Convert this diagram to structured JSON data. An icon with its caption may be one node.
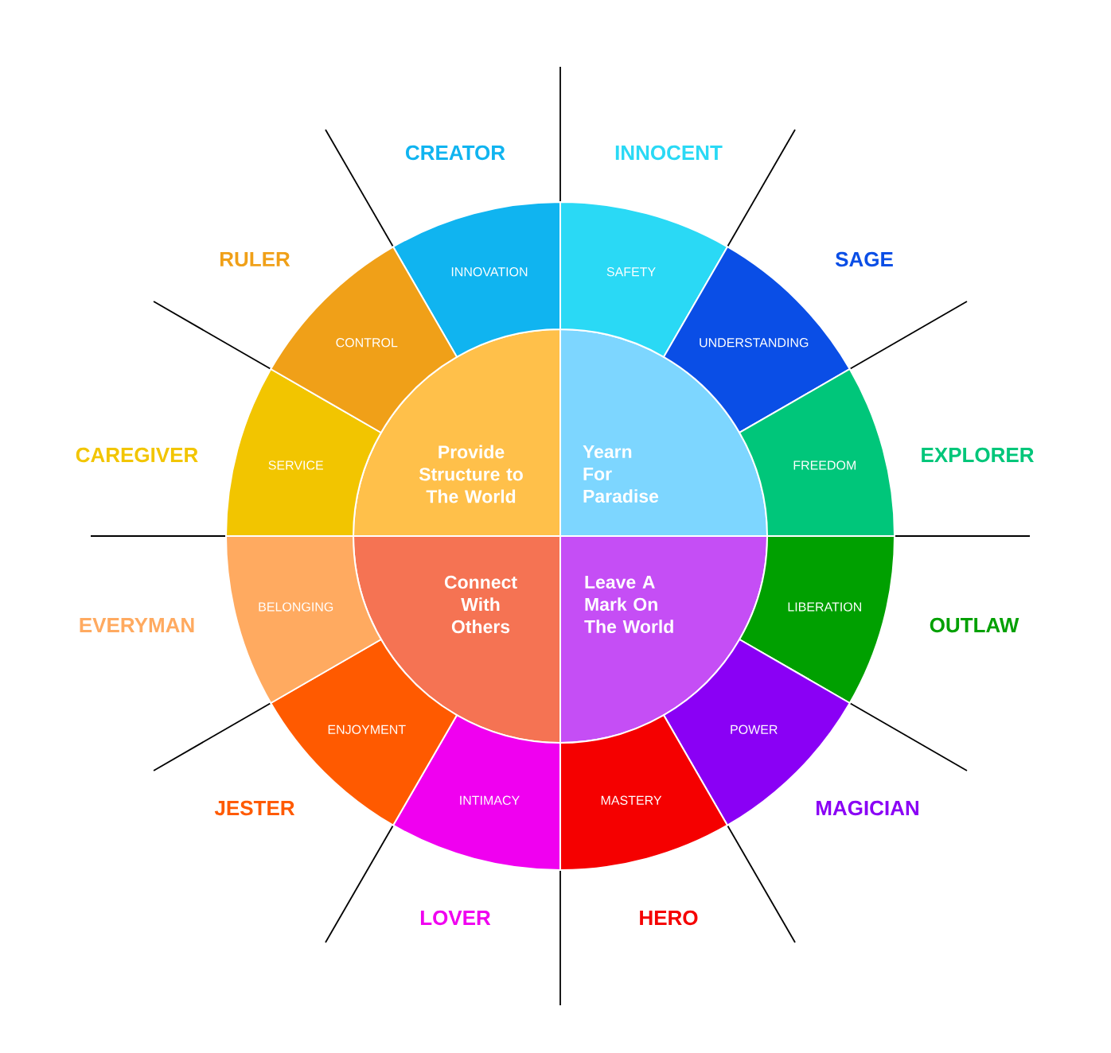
{
  "diagram": {
    "nodes": [
      {
        "text": [
          "Provide Structure to The World"
        ]
      },
      {
        "text": [
          "Yearn For Paradise"
        ]
      },
      {
        "text": [
          "Connect With Others"
        ]
      },
      {
        "text": [
          "Leave A Mark On The World"
        ]
      },
      {
        "text": [
          "INNOVATION"
        ],
        "beside": [
          "CREATOR"
        ]
      },
      {
        "text": [
          "SAFETY"
        ],
        "beside": [
          "INNOCENT"
        ]
      },
      {
        "text": [
          "UNDERSTANDING"
        ],
        "beside": [
          "SAGE"
        ]
      },
      {
        "text": [
          "FREEDOM"
        ],
        "beside": [
          "EXPLORER"
        ]
      },
      {
        "text": [
          "LIBERATION"
        ],
        "beside": [
          "OUTLAW"
        ]
      },
      {
        "text": [
          "POWER"
        ],
        "beside": [
          "MAGICIAN"
        ]
      },
      {
        "text": [
          "MASTERY"
        ],
        "beside": [
          "HERO"
        ]
      },
      {
        "text": [
          "INTIMACY"
        ],
        "beside": [
          "LOVER"
        ]
      },
      {
        "text": [
          "ENJOYMENT"
        ],
        "beside": [
          "JESTER"
        ]
      },
      {
        "text": [
          "BELONGING"
        ],
        "beside": [
          "EVERYMAN"
        ]
      },
      {
        "text": [
          "SERVICE"
        ],
        "beside": [
          "CAREGIVER"
        ]
      },
      {
        "text": [
          "CONTROL"
        ],
        "beside": [
          "RULER"
        ]
      }
    ]
  }
}
